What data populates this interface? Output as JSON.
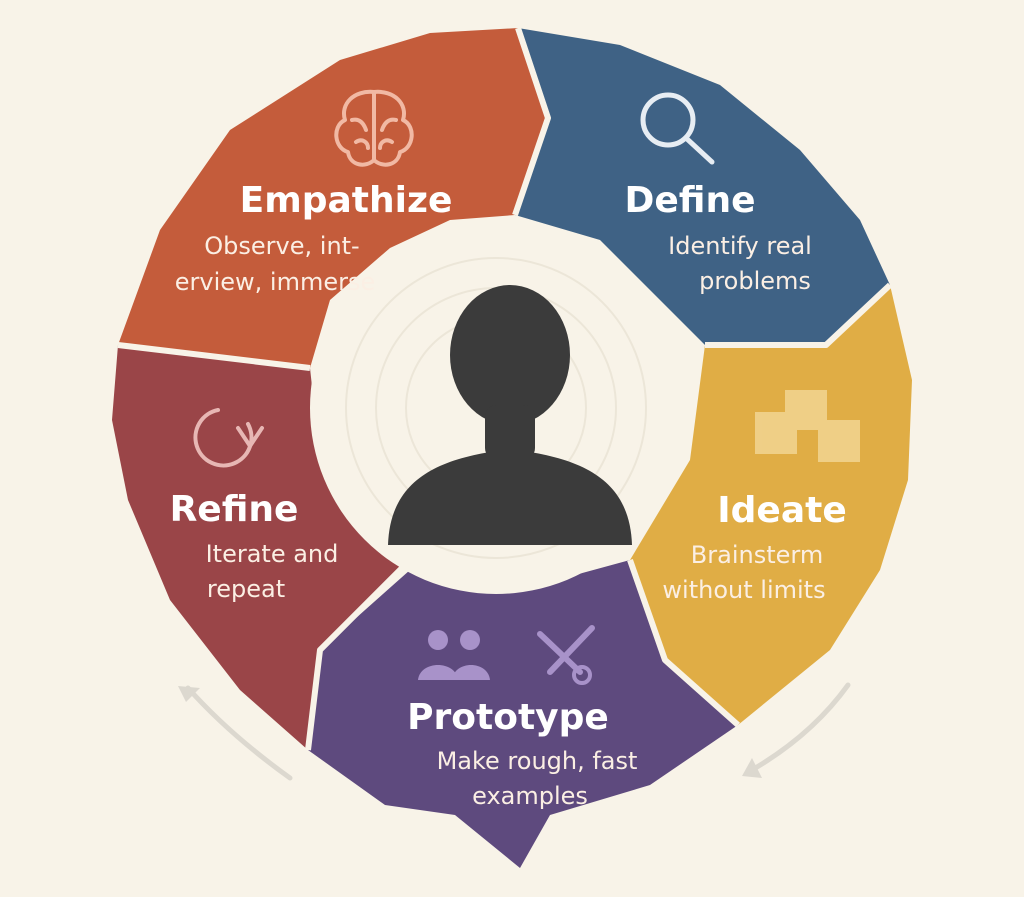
{
  "diagram": {
    "stages": [
      {
        "id": "empathize",
        "title": "Empathize",
        "description_lines": [
          "Observe, int-",
          "erview, immerse"
        ],
        "color": "#c45c3b",
        "icon": "brain-icon"
      },
      {
        "id": "define",
        "title": "Define",
        "description_lines": [
          "Identify real",
          "problems"
        ],
        "color": "#3f6285",
        "icon": "magnifier-icon"
      },
      {
        "id": "ideate",
        "title": "Ideate",
        "description_lines": [
          "Brainsterm",
          "without limits"
        ],
        "color": "#e0ad45",
        "icon": "sticky-notes-icon"
      },
      {
        "id": "prototype",
        "title": "Prototype",
        "description_lines": [
          "Make rough, fast",
          "examples"
        ],
        "color": "#5e4a7e",
        "icon": "people-and-tools-icon"
      },
      {
        "id": "refine",
        "title": "Refine",
        "description_lines": [
          "Iterate and",
          "repeat"
        ],
        "color": "#9a4548",
        "icon": "refresh-icon"
      }
    ],
    "center_icon": "user-silhouette-icon",
    "background_color": "#f8f3e8",
    "center_color": "#f8f3e8",
    "silhouette_color": "#3b3b3b",
    "cycle_arrow_color": "#dcd8cf"
  }
}
